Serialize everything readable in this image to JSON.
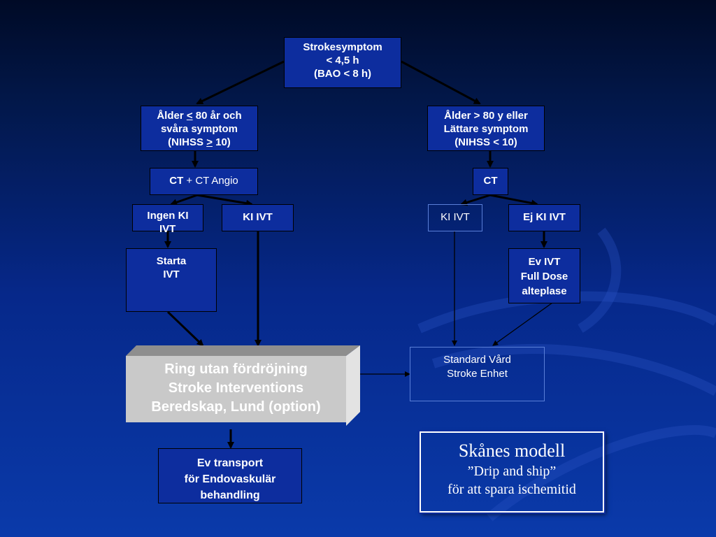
{
  "boxes": {
    "strokesymptom": [
      "Strokesymptom",
      "< 4,5 h",
      "(BAO < 8 h)"
    ],
    "alder_under": {
      "l1_a": "Ålder ",
      "l1_sym": "<",
      "l1_b": " 80 år och",
      "l2": "svåra symptom",
      "l3_a": "(NIHSS ",
      "l3_sym": ">",
      "l3_b": " 10)"
    },
    "alder_over": [
      "Ålder > 80 y eller",
      "Lättare symptom",
      "(NIHSS < 10)"
    ],
    "ct_angio": {
      "bold": "CT",
      "rest": " + CT Angio"
    },
    "ct": "CT",
    "ingen_ki_ivt": [
      "Ingen KI",
      "IVT"
    ],
    "ki_ivt_left": "KI IVT",
    "ki_ivt_right": "KI IVT",
    "ej_ki_ivt": "Ej KI IVT",
    "starta_ivt": [
      "Starta",
      "IVT"
    ],
    "ev_ivt": [
      "Ev IVT",
      "Full Dose",
      "alteplase"
    ],
    "standard_vard": [
      "Standard Vård",
      "Stroke Enhet"
    ],
    "ring": [
      "Ring utan fördröjning",
      "Stroke Interventions",
      "Beredskap, Lund  (option)"
    ],
    "ev_transport": [
      "Ev transport",
      "för Endovaskulär",
      "behandling"
    ]
  },
  "model": {
    "title": "Skånes modell",
    "subtitle": "”Drip and ship”",
    "tagline": "för  att spara ischemitid"
  },
  "colors": {
    "box_fill": "#0d2d9e",
    "block_grey": "#c9c9c9",
    "text": "#ffffff",
    "arrow": "#000000"
  }
}
